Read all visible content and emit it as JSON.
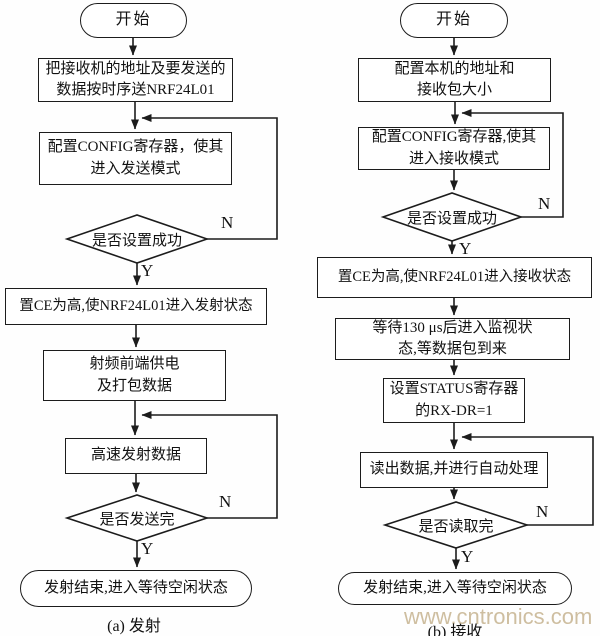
{
  "labels": {
    "yes": "Y",
    "no": "N"
  },
  "watermark": {
    "text": "www.cntronics.com",
    "color": "#c6b390"
  },
  "a": {
    "start": "开始",
    "box1": [
      "把接收机的地址及要发送的",
      "数据按时序送NRF24L01"
    ],
    "box2": [
      "配置CONFIG寄存器，使其",
      "进入发送模式"
    ],
    "d1": "是否设置成功",
    "box3": "置CE为高,使NRF24L01进入发射状态",
    "box4": [
      "射频前端供电",
      "及打包数据"
    ],
    "box5": "高速发射数据",
    "d2": "是否发送完",
    "end": "发射结束,进入等待空闲状态",
    "caption": "(a) 发射"
  },
  "b": {
    "start": "开始",
    "box1": [
      "配置本机的地址和",
      "接收包大小"
    ],
    "box2": [
      "配置CONFIG寄存器,使其",
      "进入接收模式"
    ],
    "d1": "是否设置成功",
    "box3": "置CE为高,使NRF24L01进入接收状态",
    "box4": [
      "等待130 μs后进入监视状",
      "态,等数据包到来"
    ],
    "box5": [
      "设置STATUS寄存器",
      "的RX-DR=1"
    ],
    "box6": "读出数据,并进行自动处理",
    "d2": "是否读取完",
    "end": "发射结束,进入等待空闲状态",
    "caption": "(b) 接收"
  }
}
